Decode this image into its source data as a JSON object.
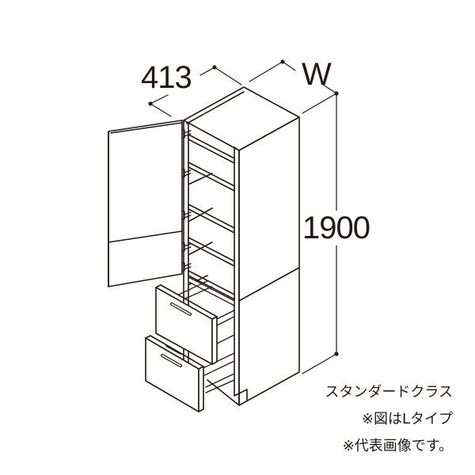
{
  "diagram": {
    "type": "isometric cabinet line drawing",
    "subject": "Tall storage cabinet with open left-hinged door, shelves, and two pull-out drawers",
    "colors": {
      "line": "#231815",
      "background": "#ffffff"
    }
  },
  "dimensions": {
    "depth_label": "413",
    "width_label": "W",
    "height_label": "1900"
  },
  "captions": {
    "grade": "スタンダードクラス",
    "type_note": "※図はLタイプ",
    "representative_note": "※代表画像です。"
  }
}
